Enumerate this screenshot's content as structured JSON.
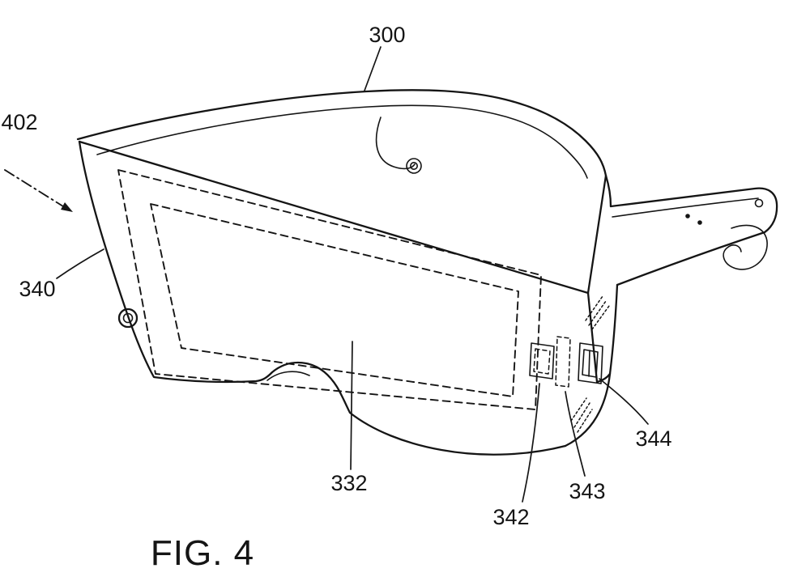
{
  "caption": "FIG. 4",
  "labels": {
    "n300": "300",
    "n402": "402",
    "n340": "340",
    "n332": "332",
    "n342": "342",
    "n343": "343",
    "n344": "344"
  },
  "colors": {
    "ink": "#151515",
    "paper": "#ffffff"
  }
}
